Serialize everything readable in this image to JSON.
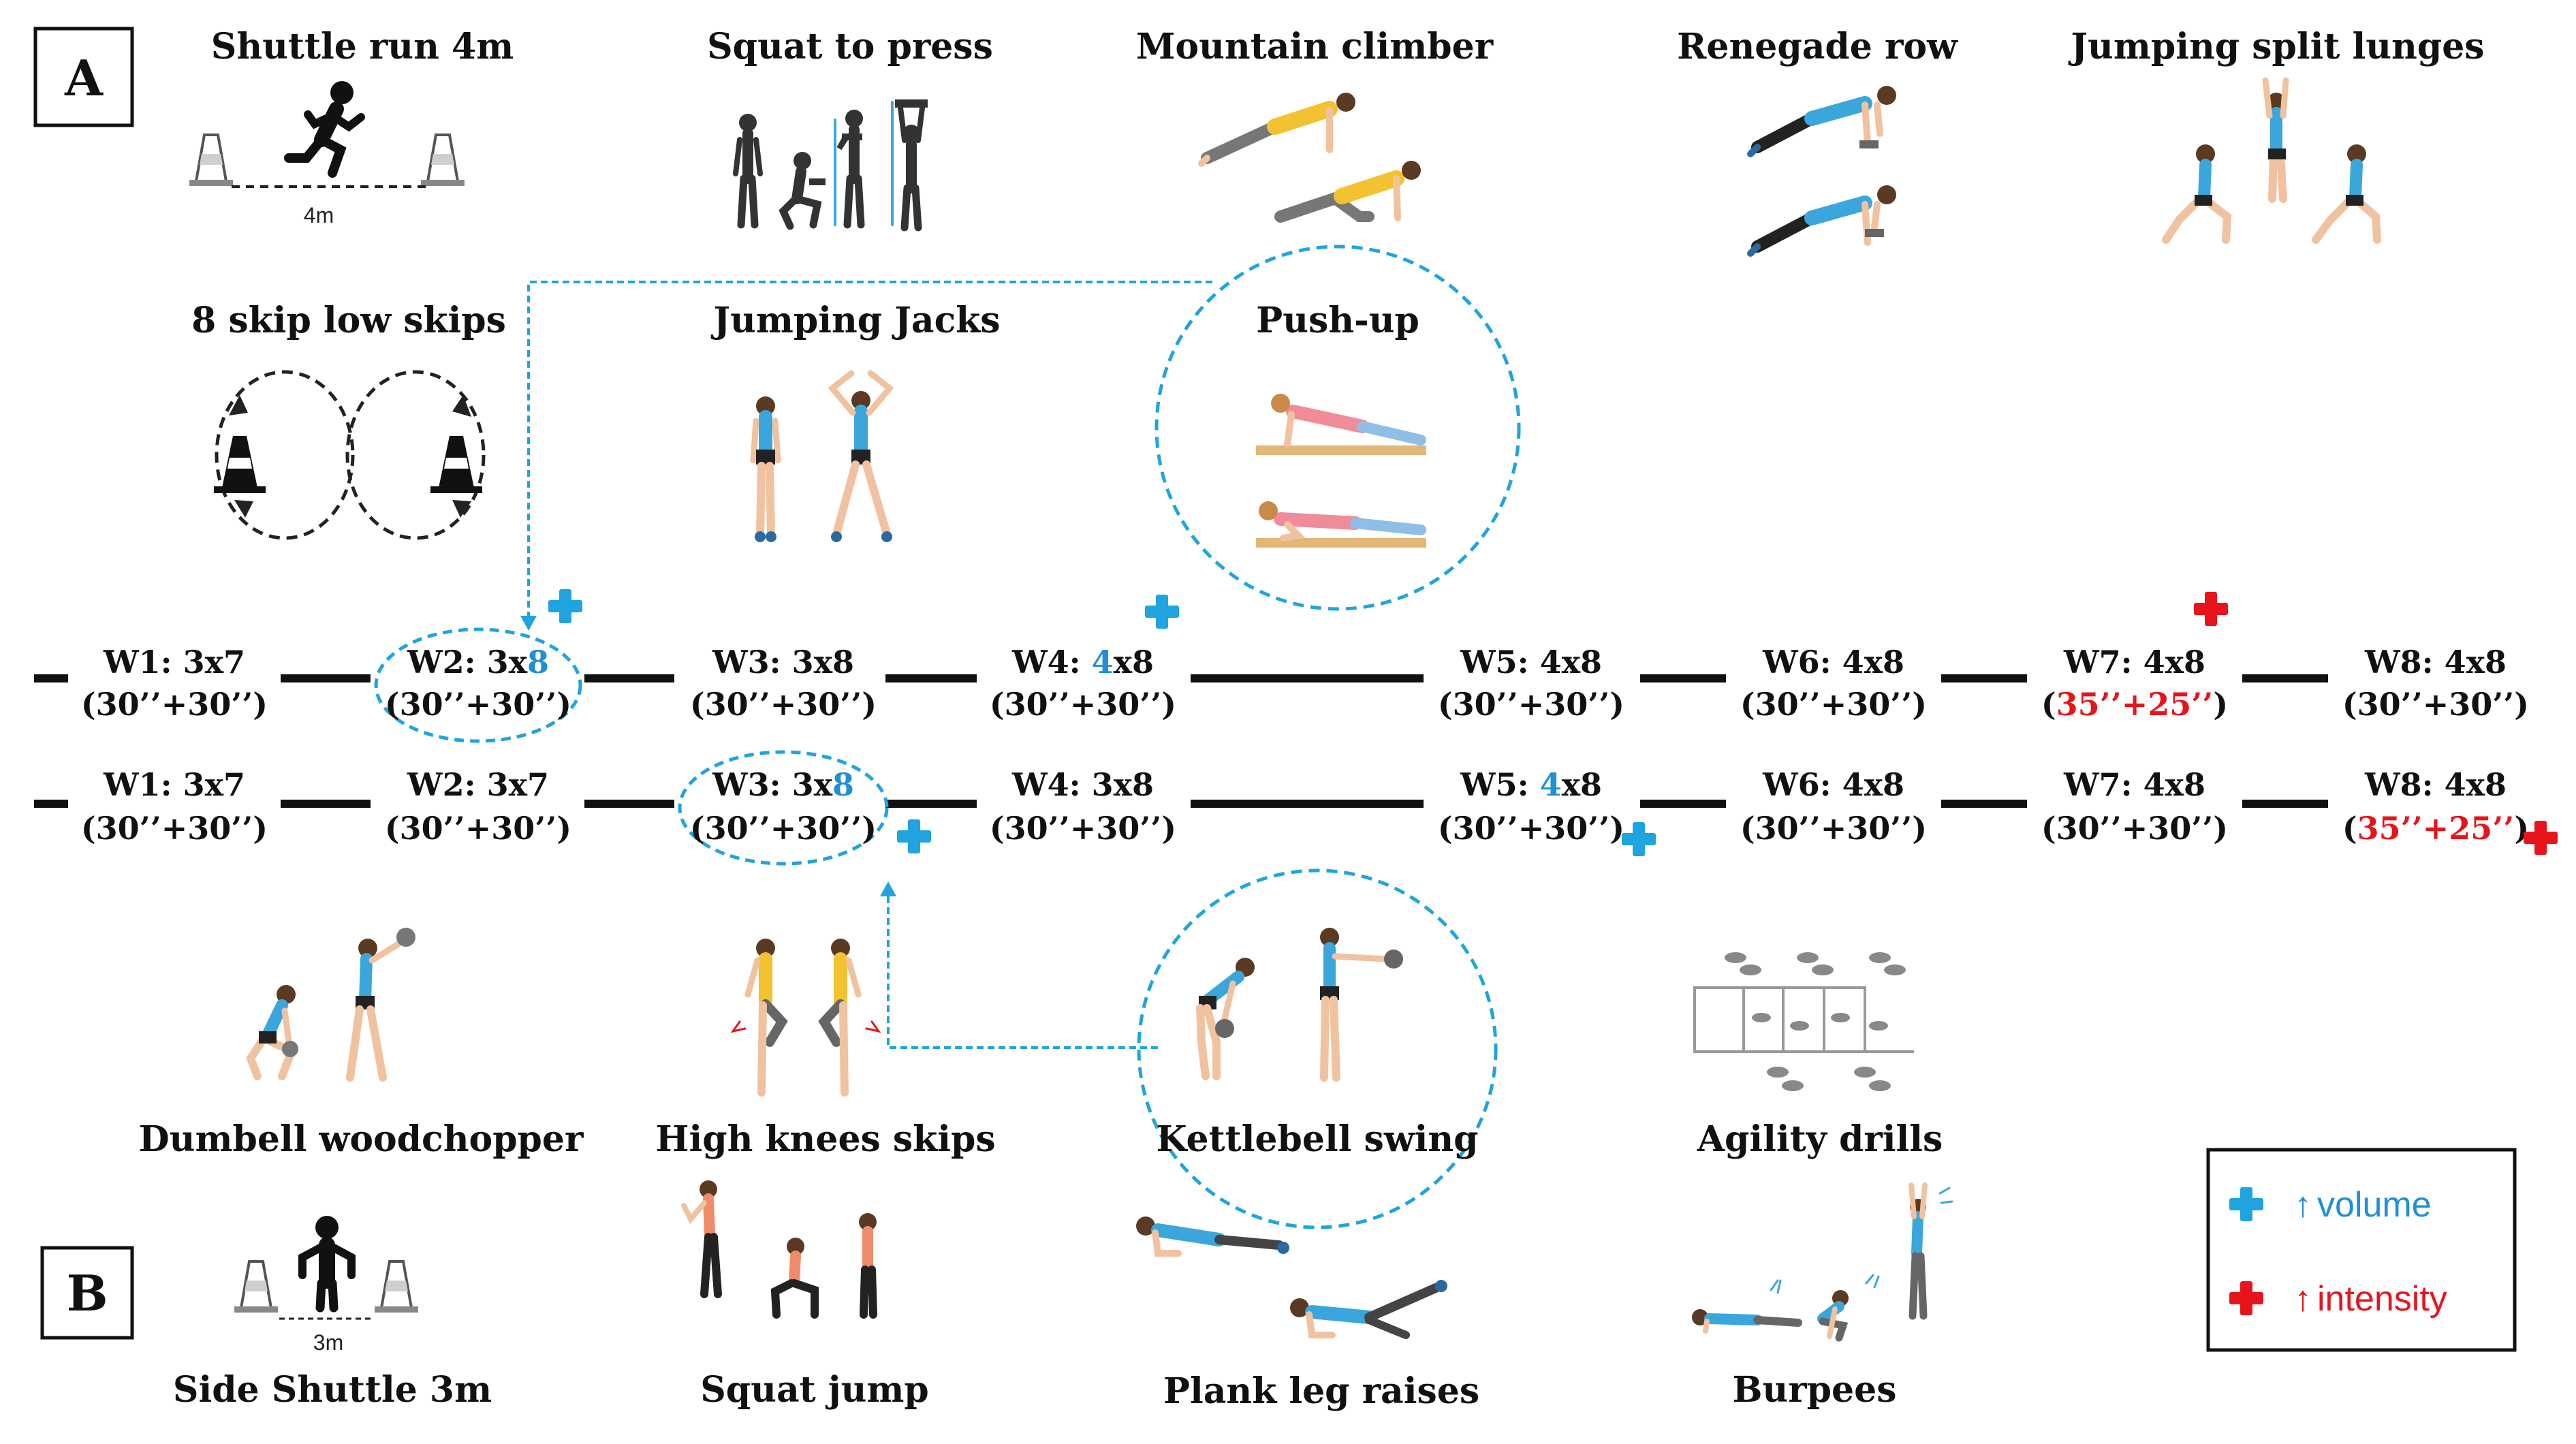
{
  "panels": {
    "a": "A",
    "b": "B"
  },
  "colors": {
    "volume": "#1f8fd6",
    "intensity": "#e8141c",
    "ink": "#111111",
    "skin": "#f0c2a0",
    "top_blue": "#3aa6dc",
    "top_yellow": "#f2c230",
    "top_pink": "#f08c9a",
    "mat": "#e3b778"
  },
  "exercises_a": {
    "shuttle_run": "Shuttle run 4m",
    "shuttle_dist": "4m",
    "squat_press": "Squat to press",
    "mountain_climber": "Mountain  climber",
    "renegade_row": "Renegade row",
    "jumping_lunges": "Jumping split  lunges",
    "skip_low": "8 skip  low skips",
    "jumping_jacks": "Jumping  Jacks",
    "push_up": "Push-up"
  },
  "exercises_b": {
    "woodchopper": "Dumbell  woodchopper",
    "high_knees": "High knees skips",
    "kettlebell": "Kettlebell swing",
    "agility": "Agility drills",
    "side_shuttle": "Side Shuttle 3m",
    "side_dist": "3m",
    "squat_jump": "Squat jump",
    "plank_leg": "Plank leg raises",
    "burpees": "Burpees"
  },
  "row_a": [
    {
      "week": "W1:",
      "pre": "3x",
      "hl": "",
      "post": "7",
      "hl_pos": "",
      "time_a": "(30’’+30’’)",
      "time_hl": "",
      "time_b": ""
    },
    {
      "week": "W2:",
      "pre": "3x",
      "hl": "8",
      "post": "",
      "hl_pos": "sets",
      "time_a": "(30’’+30’’)",
      "time_hl": "",
      "time_b": ""
    },
    {
      "week": "W3:",
      "pre": "3x",
      "hl": "",
      "post": "8",
      "hl_pos": "",
      "time_a": "(30’’+30’’)",
      "time_hl": "",
      "time_b": ""
    },
    {
      "week": "W4:",
      "pre": "",
      "hl": "4",
      "post": "x8",
      "hl_pos": "reps",
      "time_a": "(30’’+30’’)",
      "time_hl": "",
      "time_b": ""
    },
    {
      "week": "W5:",
      "pre": "4x",
      "hl": "",
      "post": "8",
      "hl_pos": "",
      "time_a": "(30’’+30’’)",
      "time_hl": "",
      "time_b": ""
    },
    {
      "week": "W6:",
      "pre": "4x",
      "hl": "",
      "post": "8",
      "hl_pos": "",
      "time_a": "(30’’+30’’)",
      "time_hl": "",
      "time_b": ""
    },
    {
      "week": "W7:",
      "pre": "4x",
      "hl": "",
      "post": "8",
      "hl_pos": "",
      "time_a": "(",
      "time_hl": "35’’+25’’",
      "time_b": ")"
    },
    {
      "week": "W8:",
      "pre": "4x",
      "hl": "",
      "post": "8",
      "hl_pos": "",
      "time_a": "(30’’+30’’)",
      "time_hl": "",
      "time_b": ""
    }
  ],
  "row_b": [
    {
      "week": "W1:",
      "pre": "3x",
      "hl": "",
      "post": "7",
      "time_a": "(30’’+30’’)",
      "time_hl": "",
      "time_b": ""
    },
    {
      "week": "W2:",
      "pre": "3x",
      "hl": "",
      "post": "7",
      "time_a": "(30’’+30’’)",
      "time_hl": "",
      "time_b": ""
    },
    {
      "week": "W3:",
      "pre": "3x",
      "hl": "8",
      "post": "",
      "time_a": "(30’’+30’’)",
      "time_hl": "",
      "time_b": ""
    },
    {
      "week": "W4:",
      "pre": "3x",
      "hl": "",
      "post": "8",
      "time_a": "(30’’+30’’)",
      "time_hl": "",
      "time_b": ""
    },
    {
      "week": "W5:",
      "pre": "",
      "hl": "4",
      "post": "x8",
      "time_a": "(30’’+30’’)",
      "time_hl": "",
      "time_b": ""
    },
    {
      "week": "W6:",
      "pre": "4x",
      "hl": "",
      "post": "8",
      "time_a": "(30’’+30’’)",
      "time_hl": "",
      "time_b": ""
    },
    {
      "week": "W7:",
      "pre": "4x",
      "hl": "",
      "post": "8",
      "time_a": "(30’’+30’’)",
      "time_hl": "",
      "time_b": ""
    },
    {
      "week": "W8:",
      "pre": "4x",
      "hl": "",
      "post": "8",
      "time_a": "(",
      "time_hl": "35’’+25’’",
      "time_b": ")"
    }
  ],
  "legend": {
    "arrow": "↑",
    "volume": "volume",
    "intensity": "intensity"
  },
  "icons": [
    "running-person-icon",
    "traffic-cone-icon",
    "standing-person-icon",
    "plus-icon",
    "exercise-figure-icon"
  ]
}
